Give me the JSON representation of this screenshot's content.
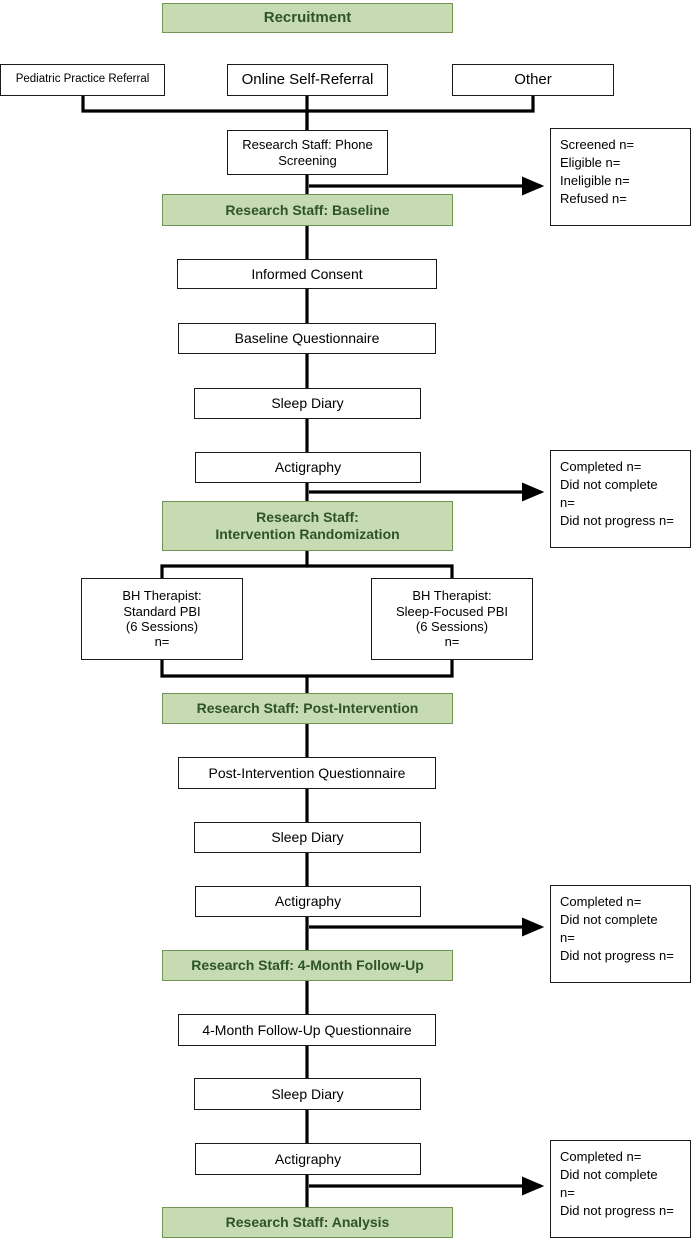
{
  "diagram": {
    "title": "Recruitment",
    "theme": {
      "stage_fill": "#c6dbb1",
      "stage_border": "#6f9455",
      "stage_text": "#2f5328",
      "node_fill": "#ffffff",
      "node_border": "#1a1a1a",
      "connector": "#000000"
    },
    "stages": {
      "recruitment": "Recruitment",
      "baseline": "Research Staff: Baseline",
      "randomization_line1": "Research Staff:",
      "randomization_line2": "Intervention Randomization",
      "post_intervention": "Research Staff: Post-Intervention",
      "follow_up": "Research Staff: 4-Month Follow-Up",
      "analysis": "Research Staff: Analysis"
    },
    "sources": {
      "pediatric": "Pediatric Practice Referral",
      "online": "Online Self-Referral",
      "other": "Other"
    },
    "screening": {
      "line1": "Research Staff: Phone",
      "line2": "Screening"
    },
    "baseline_steps": {
      "informed_consent": "Informed Consent",
      "questionnaire": "Baseline Questionnaire",
      "sleep_diary": "Sleep Diary",
      "actigraphy": "Actigraphy"
    },
    "arms": {
      "standard": {
        "line1": "BH Therapist:",
        "line2": "Standard PBI",
        "line3": "(6 Sessions)",
        "line4": "n="
      },
      "sleep_focused": {
        "line1": "BH Therapist:",
        "line2": "Sleep-Focused PBI",
        "line3": "(6 Sessions)",
        "line4": "n="
      }
    },
    "post_steps": {
      "questionnaire": "Post-Intervention Questionnaire",
      "sleep_diary": "Sleep Diary",
      "actigraphy": "Actigraphy"
    },
    "followup_steps": {
      "questionnaire": "4-Month Follow-Up Questionnaire",
      "sleep_diary": "Sleep Diary",
      "actigraphy": "Actigraphy"
    },
    "outcome_boxes": {
      "screening": {
        "line1": "Screened n=",
        "line2": "Eligible n=",
        "line3": "Ineligible n=",
        "line4": "Refused n="
      },
      "baseline_attrition": {
        "line1": "Completed n=",
        "line2": "Did not complete",
        "line3": "n=",
        "line4": "Did not progress n="
      },
      "post_attrition": {
        "line1": "Completed n=",
        "line2": "Did not complete",
        "line3": "n=",
        "line4": "Did not progress n="
      },
      "followup_attrition": {
        "line1": "Completed n=",
        "line2": "Did not complete",
        "line3": "n=",
        "line4": "Did not progress n="
      }
    }
  }
}
